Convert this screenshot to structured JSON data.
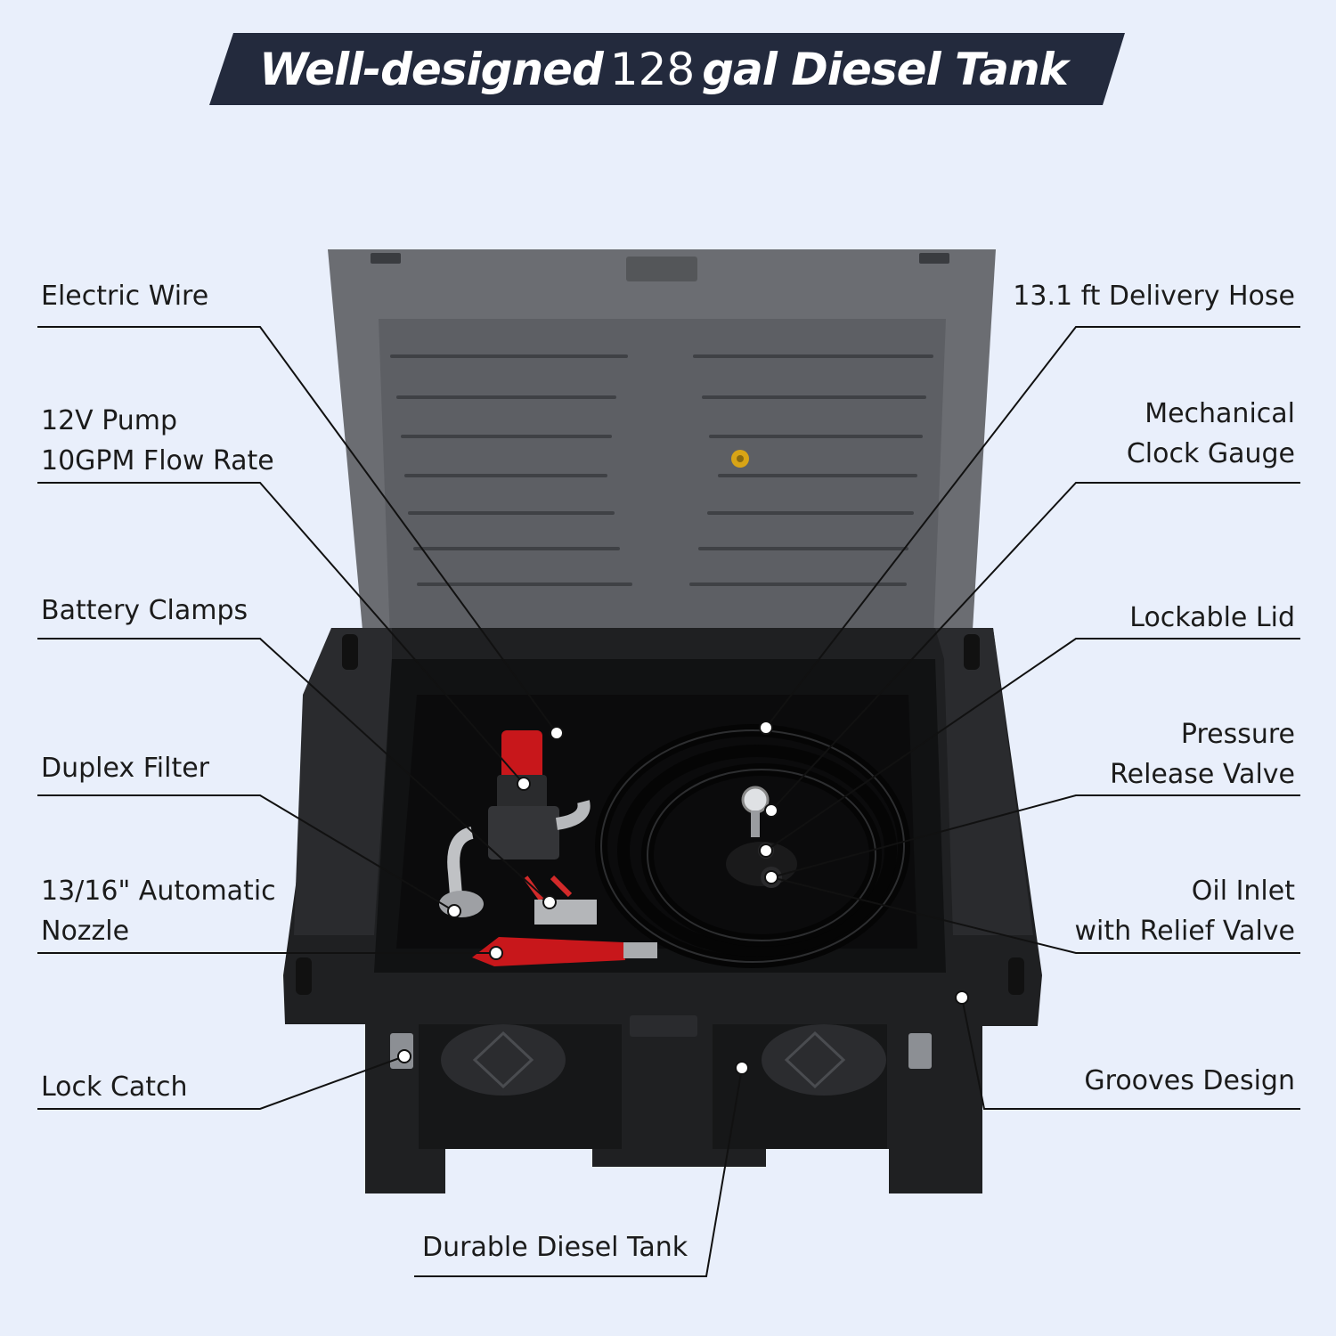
{
  "header": {
    "title_part1": "Well-designed",
    "title_number": "128",
    "title_part2": "gal Diesel Tank"
  },
  "labels_left": {
    "electric_wire": "Electric Wire",
    "pump_line1": "12V Pump",
    "pump_line2": "10GPM Flow Rate",
    "battery_clamps": "Battery Clamps",
    "duplex_filter": "Duplex Filter",
    "nozzle_line1": "13/16\" Automatic",
    "nozzle_line2": "Nozzle",
    "lock_catch": "Lock Catch"
  },
  "labels_right": {
    "delivery_hose": "13.1 ft Delivery Hose",
    "gauge_line1": "Mechanical",
    "gauge_line2": "Clock Gauge",
    "lockable_lid": "Lockable Lid",
    "pressure_line1": "Pressure",
    "pressure_line2": "Release Valve",
    "inlet_line1": "Oil Inlet",
    "inlet_line2": "with Relief Valve",
    "grooves": "Grooves Design"
  },
  "labels_bottom": {
    "durable_tank": "Durable Diesel Tank"
  },
  "colors": {
    "background": "#e9effb",
    "banner": "#232a3d",
    "lid": "#6d6f74",
    "tank": "#1e1f21",
    "pump_red": "#c8171b"
  }
}
